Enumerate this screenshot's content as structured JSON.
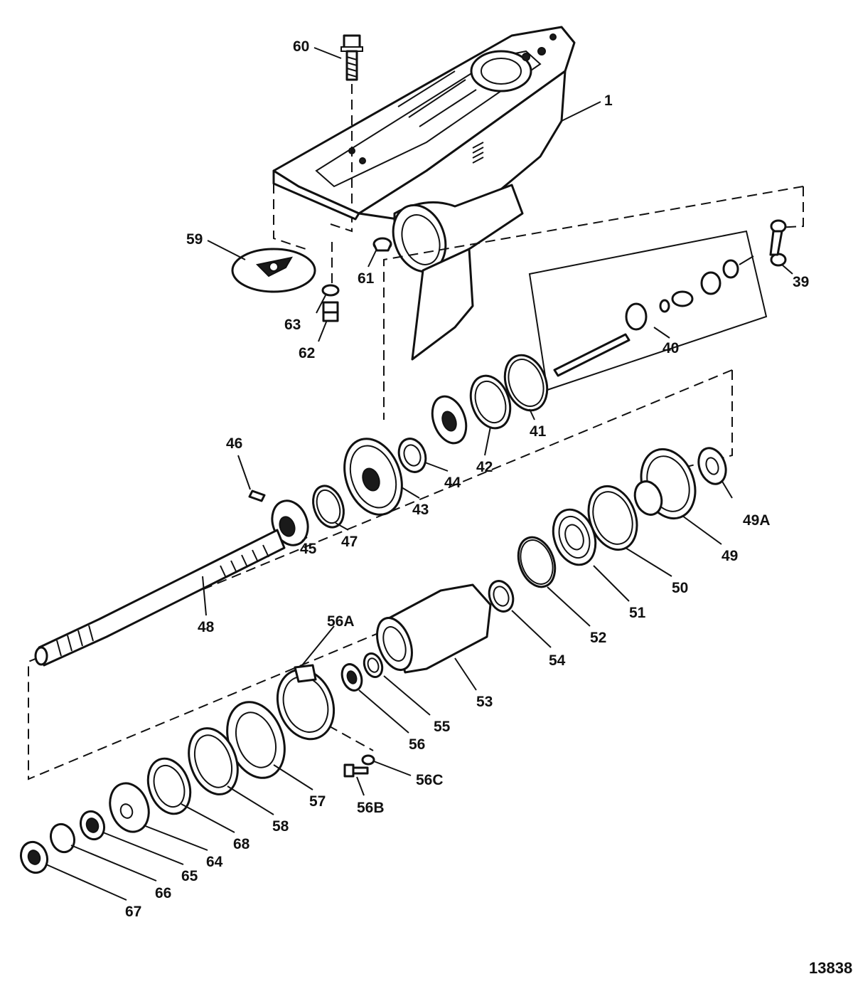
{
  "diagram": {
    "reference_number": "13838",
    "callouts": {
      "c1": "1",
      "c39": "39",
      "c40": "40",
      "c41": "41",
      "c42": "42",
      "c43": "43",
      "c44": "44",
      "c45": "45",
      "c46": "46",
      "c47": "47",
      "c48": "48",
      "c49": "49",
      "c49A": "49A",
      "c50": "50",
      "c51": "51",
      "c52": "52",
      "c53": "53",
      "c54": "54",
      "c55": "55",
      "c56": "56",
      "c56A": "56A",
      "c56B": "56B",
      "c56C": "56C",
      "c57": "57",
      "c58": "58",
      "c59": "59",
      "c60": "60",
      "c61": "61",
      "c62": "62",
      "c63": "63",
      "c64": "64",
      "c65": "65",
      "c66": "66",
      "c67": "67",
      "c68": "68"
    }
  }
}
